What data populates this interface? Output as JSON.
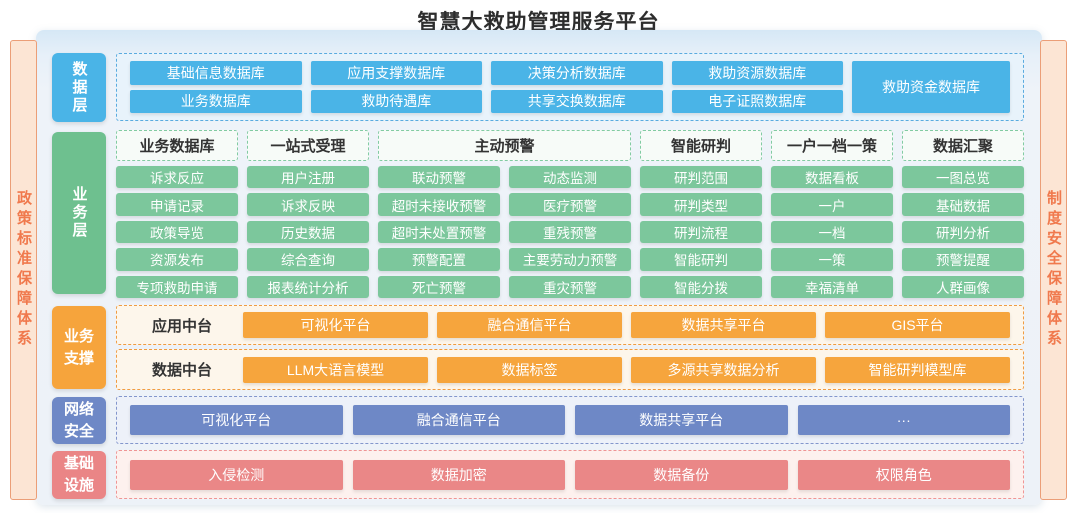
{
  "title": "智慧大救助管理服务平台",
  "pillars": {
    "left": "政策标准保障体系",
    "right": "制度安全保障体系"
  },
  "colors": {
    "data_blue": "#4ab4e7",
    "business_green": "#7cc79c",
    "support_orange": "#f6a53d",
    "network_indigo": "#6e88c6",
    "infra_red": "#ea8787",
    "pillar_orange": "#f0794d"
  },
  "data_layer": {
    "label": "数据层",
    "row1": [
      "基础信息数据库",
      "应用支撑数据库",
      "决策分析数据库",
      "救助资源数据库"
    ],
    "row2": [
      "业务数据库",
      "救助待遇库",
      "共享交换数据库",
      "电子证照数据库"
    ],
    "tall": "救助资金数据库"
  },
  "business_layer": {
    "label": "业务层",
    "columns": [
      {
        "header": "业务数据库",
        "items": [
          "诉求反应",
          "申请记录",
          "政策导览",
          "资源发布",
          "专项救助申请"
        ]
      },
      {
        "header": "一站式受理",
        "items": [
          "用户注册",
          "诉求反映",
          "历史数据",
          "综合查询",
          "报表统计分析"
        ]
      },
      {
        "header": "主动预警",
        "items": [
          "联动预警",
          "动态监测",
          "超时未接收预警",
          "医疗预警",
          "超时未处置预警",
          "重残预警",
          "预警配置",
          "主要劳动力预警",
          "死亡预警",
          "重灾预警"
        ]
      },
      {
        "header": "智能研判",
        "items": [
          "研判范围",
          "研判类型",
          "研判流程",
          "智能研判",
          "智能分拨"
        ]
      },
      {
        "header": "一户一档一策",
        "items": [
          "数据看板",
          "一户",
          "一档",
          "一策",
          "幸福清单"
        ]
      },
      {
        "header": "数据汇聚",
        "items": [
          "一图总览",
          "基础数据",
          "研判分析",
          "预警提醒",
          "人群画像"
        ]
      }
    ]
  },
  "support_layer": {
    "label": "业务支撑",
    "rows": [
      {
        "name": "应用中台",
        "items": [
          "可视化平台",
          "融合通信平台",
          "数据共享平台",
          "GIS平台"
        ]
      },
      {
        "name": "数据中台",
        "items": [
          "LLM大语言模型",
          "数据标签",
          "多源共享数据分析",
          "智能研判模型库"
        ]
      }
    ]
  },
  "network_layer": {
    "label": "网络安全",
    "items": [
      "可视化平台",
      "融合通信平台",
      "数据共享平台",
      "···"
    ]
  },
  "infra_layer": {
    "label": "基础设施",
    "items": [
      "入侵检测",
      "数据加密",
      "数据备份",
      "权限角色"
    ]
  }
}
